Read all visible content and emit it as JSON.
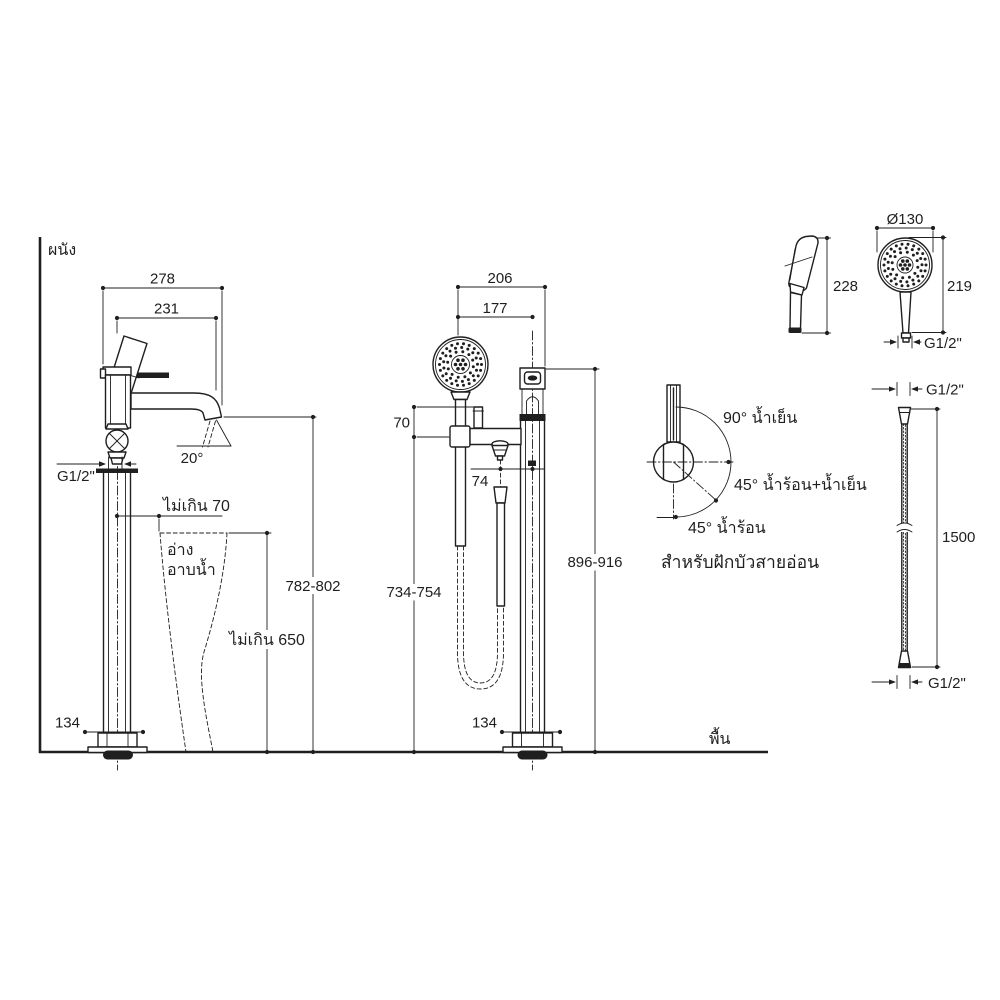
{
  "labels": {
    "wall": "ผนัง",
    "floor": "พื้น"
  },
  "side_view": {
    "width_overall": "278",
    "width_spout": "231",
    "spout_angle": "20°",
    "inlet_thread": "G1/2\"",
    "max_distance": "ไม่เกิน 70",
    "tub_label_1": "อ่าง",
    "tub_label_2": "อาบน้ำ",
    "spout_height": "782-802",
    "tub_max_height": "ไม่เกิน 650",
    "base_width": "134"
  },
  "front_view": {
    "width_overall": "206",
    "width_center": "177",
    "head_offset": "70",
    "outlet_offset": "74",
    "hose_outlet_height": "734-754",
    "total_height": "896-916",
    "base_width": "134"
  },
  "hand_shower": {
    "side_height": "228",
    "head_diameter": "Ø130",
    "length": "219",
    "thread": "G1/2\""
  },
  "handle_diagram": {
    "cold": "90° น้ำเย็น",
    "mixed": "45° น้ำร้อน+น้ำเย็น",
    "hot": "45° น้ำร้อน",
    "caption": "สำหรับฝักบัวสายอ่อน"
  },
  "hose": {
    "thread_top": "G1/2\"",
    "length": "1500",
    "thread_bottom": "G1/2\""
  }
}
